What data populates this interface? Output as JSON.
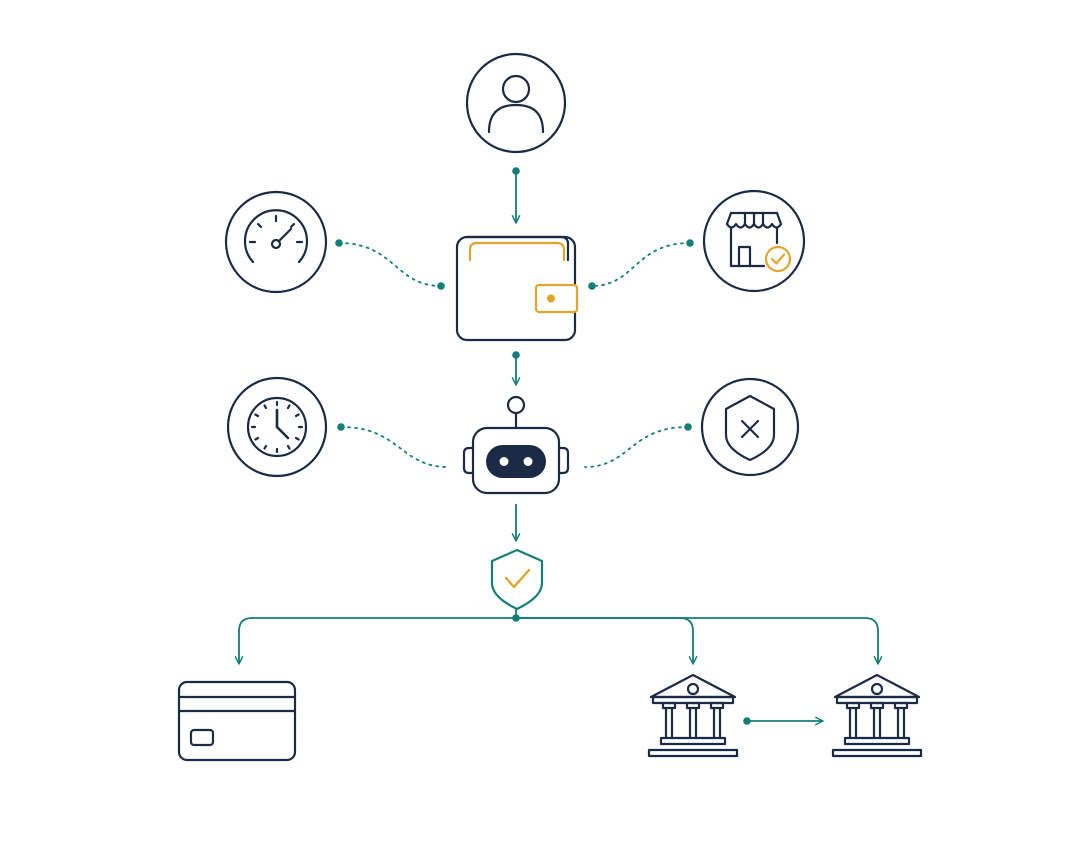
{
  "diagram": {
    "colors": {
      "navy": "#1c2b45",
      "teal": "#137e78",
      "gold": "#e2a52c",
      "background": "#ffffff"
    },
    "nodes": [
      {
        "id": "user",
        "icon": "user-icon"
      },
      {
        "id": "wallet",
        "icon": "wallet-icon"
      },
      {
        "id": "speedometer",
        "icon": "speedometer-icon"
      },
      {
        "id": "merchant",
        "icon": "verified-store-icon"
      },
      {
        "id": "ai-agent",
        "icon": "robot-icon"
      },
      {
        "id": "clock",
        "icon": "clock-icon"
      },
      {
        "id": "blocked",
        "icon": "shield-x-icon"
      },
      {
        "id": "approved",
        "icon": "shield-check-icon"
      },
      {
        "id": "card",
        "icon": "credit-card-icon"
      },
      {
        "id": "bank-a",
        "icon": "bank-icon"
      },
      {
        "id": "bank-b",
        "icon": "bank-icon"
      }
    ],
    "edges": [
      {
        "from": "user",
        "to": "wallet",
        "style": "solid-arrow"
      },
      {
        "from": "speedometer",
        "to": "wallet",
        "style": "dotted"
      },
      {
        "from": "merchant",
        "to": "wallet",
        "style": "dotted"
      },
      {
        "from": "wallet",
        "to": "ai-agent",
        "style": "solid-arrow"
      },
      {
        "from": "clock",
        "to": "ai-agent",
        "style": "dotted"
      },
      {
        "from": "blocked",
        "to": "ai-agent",
        "style": "dotted"
      },
      {
        "from": "ai-agent",
        "to": "approved",
        "style": "solid-arrow"
      },
      {
        "from": "approved",
        "to": "card",
        "style": "solid-arrow"
      },
      {
        "from": "approved",
        "to": "bank-a",
        "style": "solid-arrow"
      },
      {
        "from": "approved",
        "to": "bank-b",
        "style": "solid-arrow"
      },
      {
        "from": "bank-a",
        "to": "bank-b",
        "style": "solid-arrow"
      }
    ]
  }
}
